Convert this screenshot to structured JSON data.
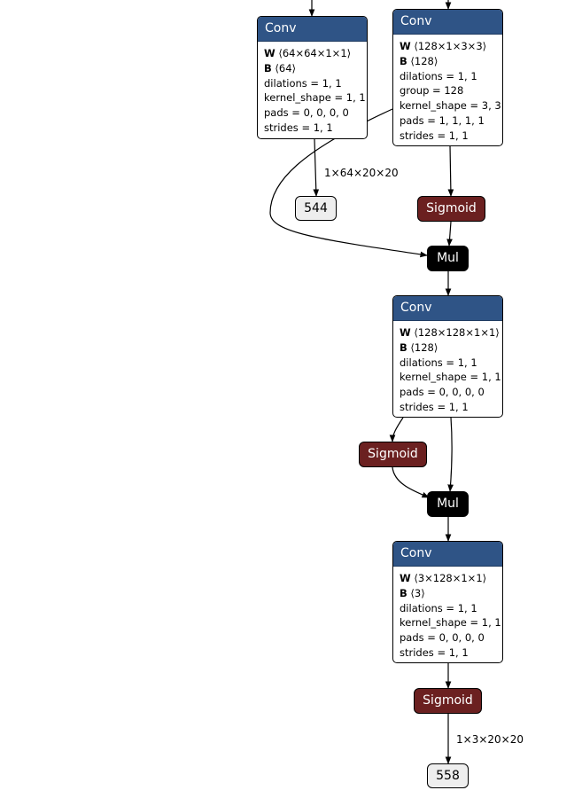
{
  "conv1": {
    "title": "Conv",
    "w_key": "W",
    "w_val": "⟨64×64×1×1⟩",
    "b_key": "B",
    "b_val": "⟨64⟩",
    "attrs": [
      "dilations = 1, 1",
      "kernel_shape = 1, 1",
      "pads = 0, 0, 0, 0",
      "strides = 1, 1"
    ]
  },
  "conv2": {
    "title": "Conv",
    "w_key": "W",
    "w_val": "⟨128×1×3×3⟩",
    "b_key": "B",
    "b_val": "⟨128⟩",
    "attrs": [
      "dilations = 1, 1",
      "group = 128",
      "kernel_shape = 3, 3",
      "pads = 1, 1, 1, 1",
      "strides = 1, 1"
    ]
  },
  "conv3": {
    "title": "Conv",
    "w_key": "W",
    "w_val": "⟨128×128×1×1⟩",
    "b_key": "B",
    "b_val": "⟨128⟩",
    "attrs": [
      "dilations = 1, 1",
      "kernel_shape = 1, 1",
      "pads = 0, 0, 0, 0",
      "strides = 1, 1"
    ]
  },
  "conv4": {
    "title": "Conv",
    "w_key": "W",
    "w_val": "⟨3×128×1×1⟩",
    "b_key": "B",
    "b_val": "⟨3⟩",
    "attrs": [
      "dilations = 1, 1",
      "kernel_shape = 1, 1",
      "pads = 0, 0, 0, 0",
      "strides = 1, 1"
    ]
  },
  "sigmoid1": {
    "label": "Sigmoid"
  },
  "sigmoid2": {
    "label": "Sigmoid"
  },
  "sigmoid3": {
    "label": "Sigmoid"
  },
  "mul1": {
    "label": "Mul"
  },
  "mul2": {
    "label": "Mul"
  },
  "out544": {
    "label": "544",
    "edge_label": "1×64×20×20"
  },
  "out558": {
    "label": "558",
    "edge_label": "1×3×20×20"
  },
  "colors": {
    "conv_header": "#2f5486",
    "sigmoid": "#6b2020",
    "mul": "#000000",
    "tensor": "#eeeeee"
  }
}
